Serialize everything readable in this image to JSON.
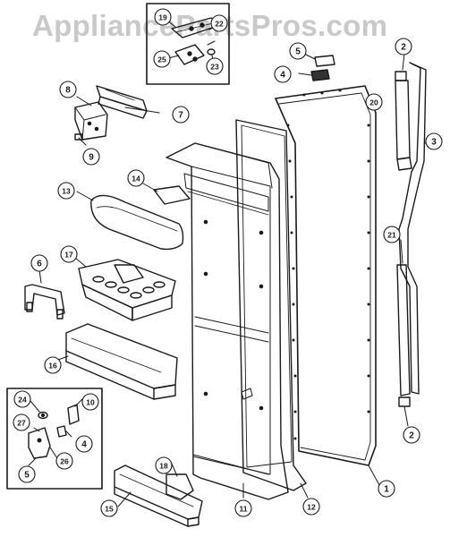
{
  "watermark": "AppliancePartsPros.com",
  "parts": [
    {
      "label": "1"
    },
    {
      "label": "2"
    },
    {
      "label": "2"
    },
    {
      "label": "3"
    },
    {
      "label": "4"
    },
    {
      "label": "4"
    },
    {
      "label": "5"
    },
    {
      "label": "5"
    },
    {
      "label": "6"
    },
    {
      "label": "7"
    },
    {
      "label": "8"
    },
    {
      "label": "9"
    },
    {
      "label": "10"
    },
    {
      "label": "11"
    },
    {
      "label": "12"
    },
    {
      "label": "13"
    },
    {
      "label": "14"
    },
    {
      "label": "15"
    },
    {
      "label": "16"
    },
    {
      "label": "17"
    },
    {
      "label": "18"
    },
    {
      "label": "19"
    },
    {
      "label": "20"
    },
    {
      "label": "21"
    },
    {
      "label": "22"
    },
    {
      "label": "23"
    },
    {
      "label": "24"
    },
    {
      "label": "25"
    },
    {
      "label": "26"
    },
    {
      "label": "27"
    }
  ],
  "colors": {
    "ink": "#1a1a1a",
    "watermark": "#c9c9c9",
    "background": "#ffffff"
  }
}
